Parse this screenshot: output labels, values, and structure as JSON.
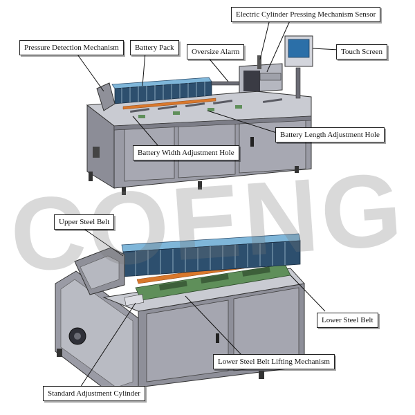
{
  "watermark": "COENG",
  "colors": {
    "frame": "#8a8a94",
    "frame_dark": "#5c5c66",
    "table_top": "#c9cbd2",
    "battery_cell": "#7fb6d9",
    "battery_dark": "#2d4f6e",
    "belt_orange": "#d9782c",
    "mechanism_green": "#5f8f5a",
    "line": "#111111"
  },
  "labels": {
    "electric_cylinder_sensor": "Electric Cylinder Pressing Mechanism Sensor",
    "pressure_detection": "Pressure Detection Mechanism",
    "battery_pack": "Battery Pack",
    "oversize_alarm": "Oversize Alarm",
    "touch_screen": "Touch Screen",
    "battery_length_hole": "Battery Length Adjustment Hole",
    "battery_width_hole": "Battery Width Adjustment Hole",
    "upper_steel_belt": "Upper Steel Belt",
    "lower_steel_belt": "Lower Steel Belt",
    "lower_belt_lifting": "Lower Steel Belt Lifting Mechanism",
    "standard_adjust_cylinder": "Standard Adjustment Cylinder"
  }
}
